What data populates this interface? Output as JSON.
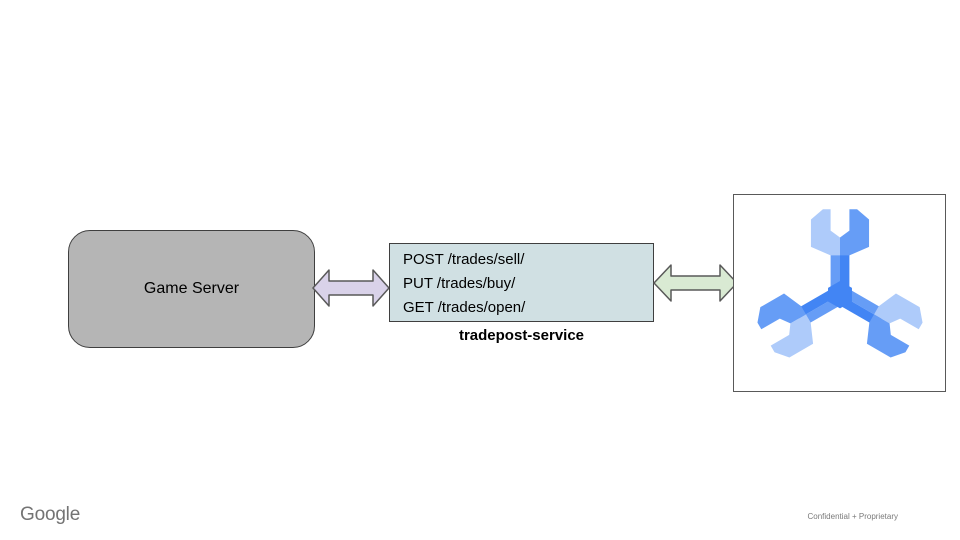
{
  "slide": {
    "background": "#ffffff",
    "brand": "Google",
    "confidentiality": "Confidential + Proprietary"
  },
  "diagram": {
    "game_server": {
      "label": "Game Server",
      "fill": "#b5b5b5",
      "border": "#3f3f3f"
    },
    "service": {
      "endpoints": [
        "POST /trades/sell/",
        "PUT /trades/buy/",
        "GET /trades/open/"
      ],
      "caption": "tradepost-service",
      "fill": "#d0e0e3",
      "border": "#3f3f3f"
    },
    "arrow_left": {
      "type": "bidirectional-horizontal",
      "fill": "#d9d2e9",
      "stroke": "#595959"
    },
    "arrow_right": {
      "type": "bidirectional-horizontal",
      "fill": "#d9ead3",
      "stroke": "#595959"
    },
    "spanner": {
      "icon": "cloud-spanner-icon",
      "container_fill": "#ffffff",
      "container_border": "#595959",
      "colors": {
        "light": "#aecbfa",
        "medium": "#669df6",
        "dark": "#4285f4"
      }
    }
  }
}
